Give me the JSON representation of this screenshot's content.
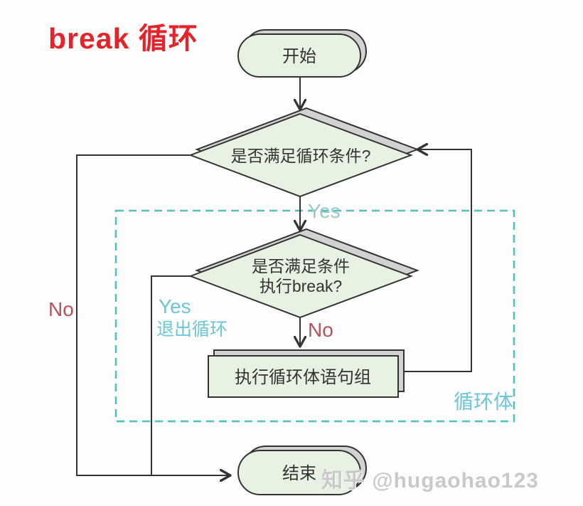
{
  "title": {
    "text": "break 循环"
  },
  "flow": {
    "start": {
      "label": "开始"
    },
    "loop_condition": {
      "label": "是否满足循环条件?"
    },
    "break_condition": {
      "line1": "是否满足条件",
      "line2": "执行break?"
    },
    "process": {
      "label": "执行循环体语句组"
    },
    "end": {
      "label": "结束"
    }
  },
  "edge_labels": {
    "yes_enter_loop": "Yes",
    "no_exit_left": "No",
    "yes_break": "Yes",
    "exit_loop": "退出循环",
    "no_continue": "No",
    "loop_body_caption": "循环体"
  },
  "watermark": {
    "text": "知乎 @hugaohao123"
  },
  "colors": {
    "title_red": "#e3242b",
    "node_fill": "#e7f2e2",
    "node_shadow": "#d2d2d2",
    "outline": "#333333",
    "dashed_border": "#54bebe",
    "yes_top_label": "#9bc8c8",
    "cyan_label": "#6cc6d6",
    "no_label": "#b5525c",
    "watermark_gray": "#c9c9c9"
  }
}
